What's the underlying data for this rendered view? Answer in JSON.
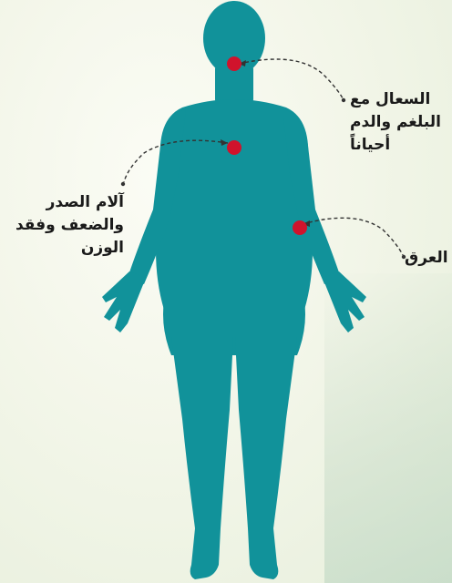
{
  "colors": {
    "body": "#11929a",
    "marker": "#d0132c",
    "connector": "#333333",
    "text": "#1a1a1a"
  },
  "labels": {
    "cough": {
      "lines": [
        "السعال مع",
        "البلغم والدم",
        "أحياناً"
      ]
    },
    "chest": {
      "lines": [
        "آلام الصدر",
        "والضعف وفقد",
        "الوزن"
      ]
    },
    "sweat": {
      "lines": [
        "العرق"
      ]
    }
  }
}
